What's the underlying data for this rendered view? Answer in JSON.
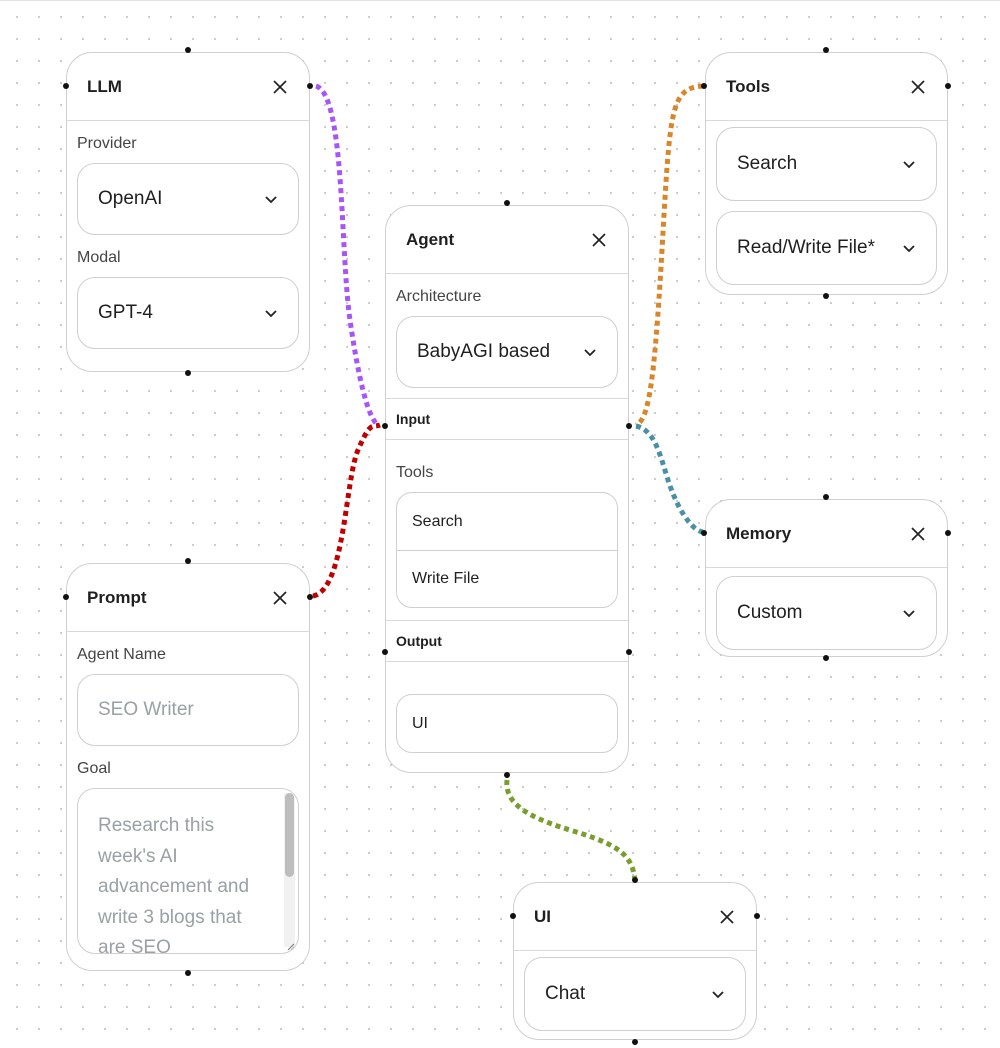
{
  "nodes": {
    "llm": {
      "title": "LLM",
      "provider_label": "Provider",
      "provider_value": "OpenAI",
      "model_label": "Modal",
      "model_value": "GPT-4"
    },
    "prompt": {
      "title": "Prompt",
      "agent_name_label": "Agent Name",
      "agent_name_placeholder": "SEO Writer",
      "goal_label": "Goal",
      "goal_placeholder": "Research this week's AI advancement and write 3 blogs that are SEO"
    },
    "agent": {
      "title": "Agent",
      "architecture_label": "Architecture",
      "architecture_value": "BabyAGI based",
      "input_label": "Input",
      "tools_label": "Tools",
      "tools": [
        "Search",
        "Write File"
      ],
      "output_label": "Output",
      "output_value": "UI"
    },
    "tools": {
      "title": "Tools",
      "items": [
        "Search",
        "Read/Write File*"
      ]
    },
    "memory": {
      "title": "Memory",
      "value": "Custom"
    },
    "ui": {
      "title": "UI",
      "value": "Chat"
    }
  },
  "edge_colors": {
    "llm_agent": "#a855f7",
    "prompt_agent": "#c00000",
    "tools_agent": "#d9862a",
    "memory_agent": "#4a90a4",
    "agent_ui": "#7a9e2e"
  },
  "icons": {
    "close": "close-icon",
    "dropdown": "chevron-down-icon"
  }
}
